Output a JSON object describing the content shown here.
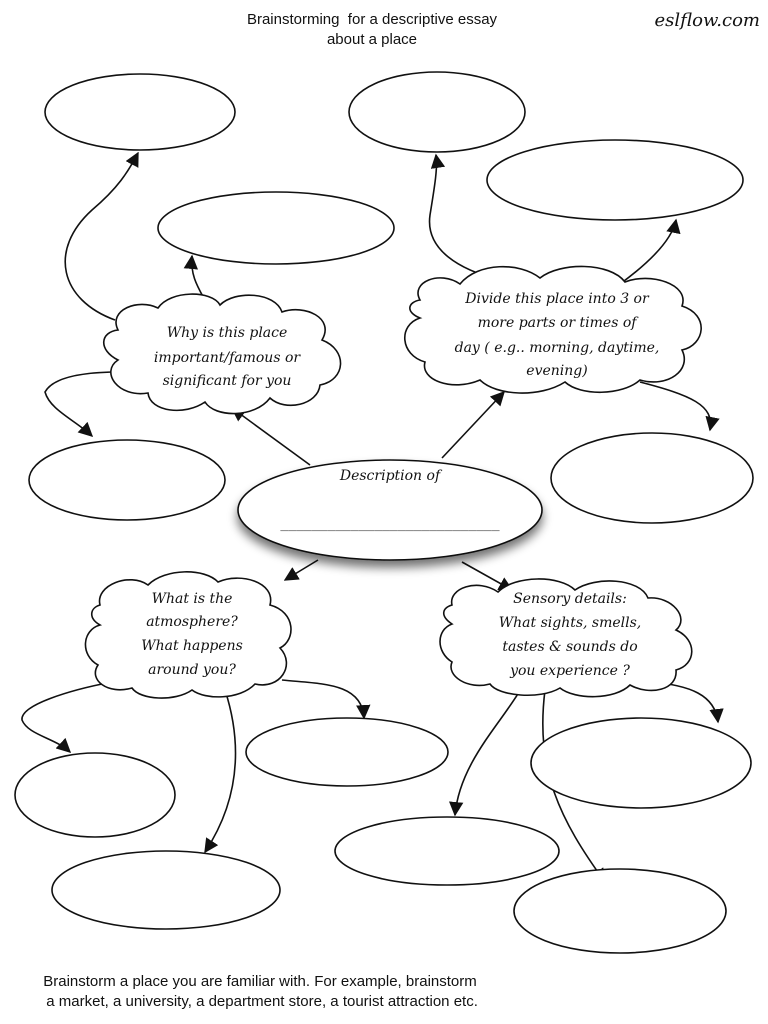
{
  "header": {
    "title_lines": [
      "Brainstorming  for a descriptive essay",
      "about a place"
    ],
    "brand": "eslflow.com"
  },
  "center": {
    "label": "Description of",
    "blank": "____________________________"
  },
  "prompts": {
    "why": [
      "Why is this place",
      "important/famous or",
      "significant for you"
    ],
    "divide": [
      "Divide this place into 3 or",
      "more parts or times of",
      "day ( e.g.. morning, daytime,",
      "evening)"
    ],
    "atmosphere": [
      "What is the",
      "atmosphere?",
      "What happens",
      "around you?"
    ],
    "sensory": [
      "Sensory details:",
      "What sights, smells,",
      "tastes & sounds do",
      "you experience ?"
    ]
  },
  "footer": {
    "lines": [
      "Brainstorm a place you are familiar with. For example, brainstorm",
      " a market, a university, a department store, a tourist attraction etc."
    ]
  }
}
